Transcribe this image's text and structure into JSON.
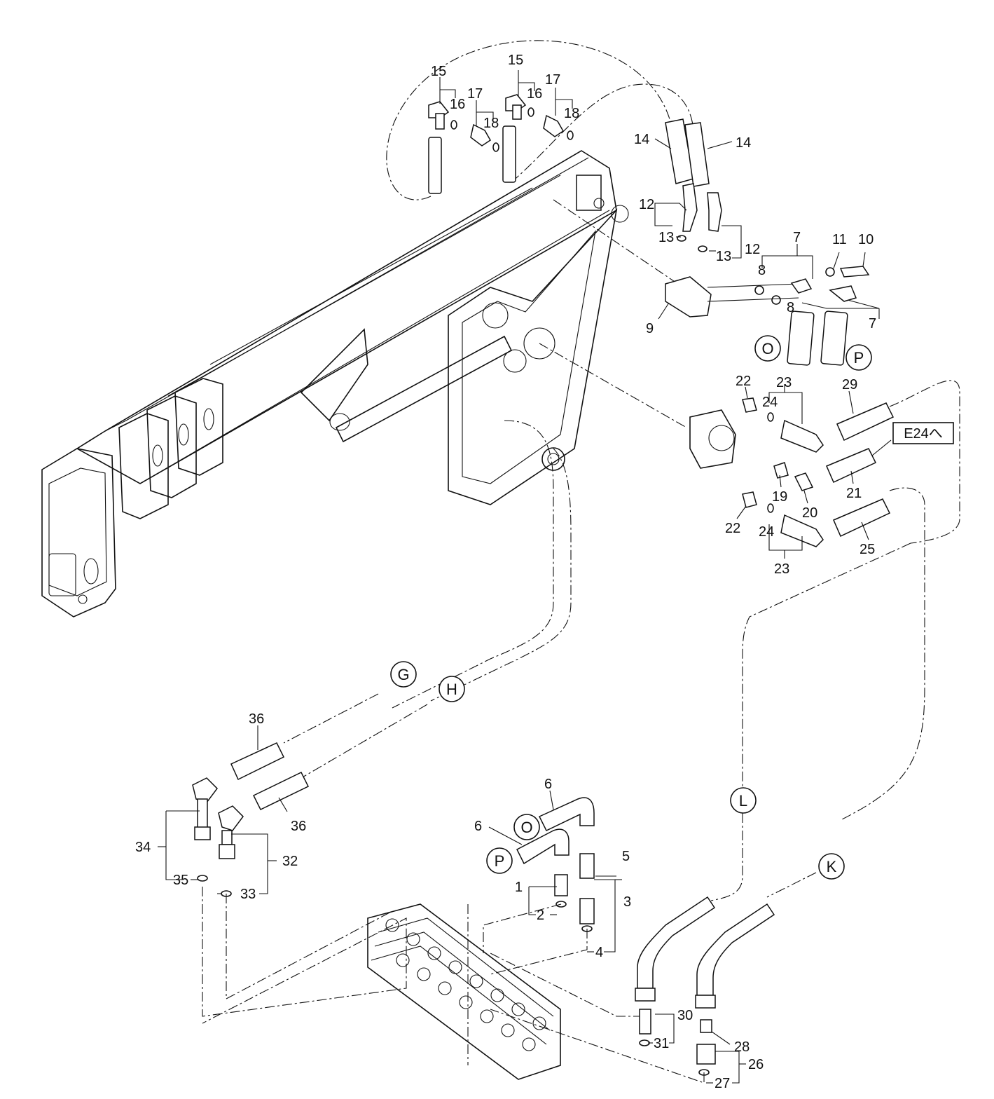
{
  "callouts": {
    "p1": "1",
    "p2": "2",
    "p3": "3",
    "p4": "4",
    "p5": "5",
    "p6a": "6",
    "p6b": "6",
    "p7a": "7",
    "p7b": "7",
    "p8a": "8",
    "p8b": "8",
    "p9": "9",
    "p10": "10",
    "p11": "11",
    "p12a": "12",
    "p12b": "12",
    "p13a": "13",
    "p13b": "13",
    "p14a": "14",
    "p14b": "14",
    "p15a": "15",
    "p15b": "15",
    "p16a": "16",
    "p16b": "16",
    "p17a": "17",
    "p17b": "17",
    "p18a": "18",
    "p18b": "18",
    "p19": "19",
    "p20": "20",
    "p21": "21",
    "p22a": "22",
    "p22b": "22",
    "p23a": "23",
    "p23b": "23",
    "p24a": "24",
    "p24b": "24",
    "p25": "25",
    "p26": "26",
    "p27": "27",
    "p28": "28",
    "p29": "29",
    "p30": "30",
    "p31": "31",
    "p32": "32",
    "p33": "33",
    "p34": "34",
    "p35": "35",
    "p36a": "36",
    "p36b": "36"
  },
  "connectors": {
    "O_top": "O",
    "P_top": "P",
    "O_bottom": "O",
    "P_bottom": "P",
    "G": "G",
    "H": "H",
    "K": "K",
    "L": "L"
  },
  "reference_box": "E24へ"
}
